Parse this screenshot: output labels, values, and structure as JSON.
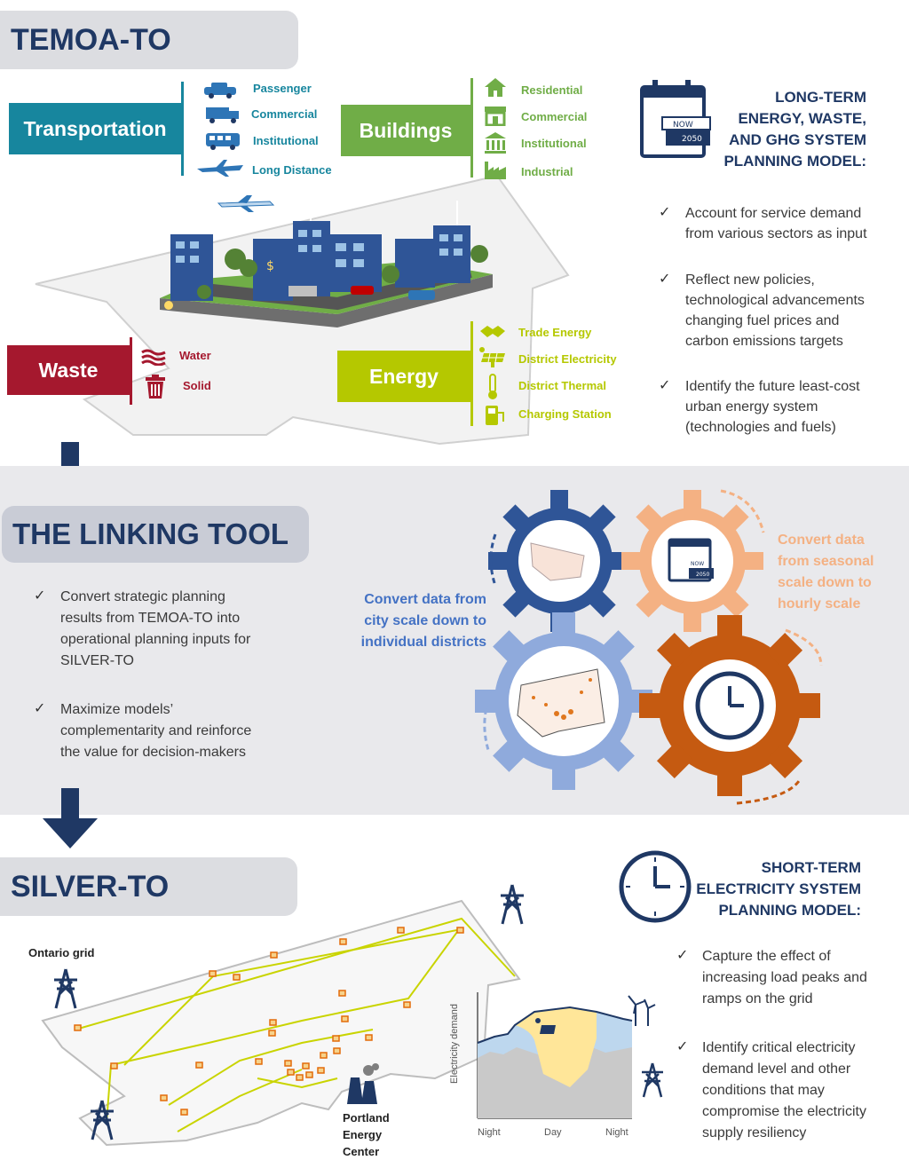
{
  "temoa": {
    "title": "TEMOA-TO",
    "transportation": {
      "label": "Transportation",
      "items": [
        "Passenger",
        "Commercial",
        "Institutional",
        "Long Distance"
      ]
    },
    "buildings": {
      "label": "Buildings",
      "items": [
        "Residential",
        "Commercial",
        "Institutional",
        "Industrial"
      ]
    },
    "waste": {
      "label": "Waste",
      "items": [
        "Water",
        "Solid"
      ]
    },
    "energy": {
      "label": "Energy",
      "items": [
        "Trade Energy",
        "District Electricity",
        "District Thermal",
        "Charging Station"
      ]
    },
    "model_title": [
      "LONG-TERM",
      "ENERGY, WASTE,",
      "AND GHG SYSTEM",
      "PLANNING MODEL:"
    ],
    "calendar": {
      "now": "NOW",
      "year": "2050"
    },
    "bullets": [
      [
        "Account for service demand",
        "from various sectors as input"
      ],
      [
        "Reflect new policies,",
        "technological advancements",
        "changing fuel prices and",
        "carbon emissions targets"
      ],
      [
        "Identify the future least-cost",
        "urban energy system",
        "(technologies and fuels)"
      ]
    ]
  },
  "linking": {
    "title": "THE LINKING TOOL",
    "bullets": [
      [
        "Convert strategic planning",
        "results from TEMOA-TO into",
        "operational planning inputs for",
        "SILVER-TO"
      ],
      [
        "Maximize models’",
        "complementarity and reinforce",
        "the value for decision-makers"
      ]
    ],
    "spatial_label": [
      "Convert data from",
      "city scale down to",
      "individual districts"
    ],
    "temporal_label": [
      "Convert data",
      "from seasonal",
      "scale down to",
      "hourly scale"
    ],
    "calendar": {
      "now": "NOW",
      "year": "2050"
    }
  },
  "silver": {
    "title": "SILVER-TO",
    "model_title": [
      "SHORT-TERM",
      "ELECTRICITY SYSTEM",
      "PLANNING MODEL:"
    ],
    "map_labels": {
      "ontario_grid": "Ontario grid",
      "portland": [
        "Portland",
        "Energy",
        "Center"
      ]
    },
    "chart": {
      "ylabel": "Electricity demand",
      "xticks": [
        "Night",
        "Day",
        "Night"
      ]
    },
    "bullets": [
      [
        "Capture the effect of",
        "increasing load peaks and",
        "ramps on the grid"
      ],
      [
        "Identify critical electricity",
        "demand level and other",
        "conditions that may",
        "compromise the electricity",
        "supply resiliency"
      ]
    ]
  },
  "colors": {
    "navy": "#1f3864",
    "transport": "#17869e",
    "buildings": "#70ad47",
    "waste": "#a5182e",
    "energy": "#b5c800",
    "gear_dark": "#2f5597",
    "gear_light": "#8faadc",
    "gear_peach": "#f4b183",
    "gear_orange": "#c55a11"
  },
  "chart_data": {
    "type": "area",
    "x": [
      "Night",
      "Day",
      "Night"
    ],
    "ylabel": "Electricity demand",
    "series": []
  }
}
